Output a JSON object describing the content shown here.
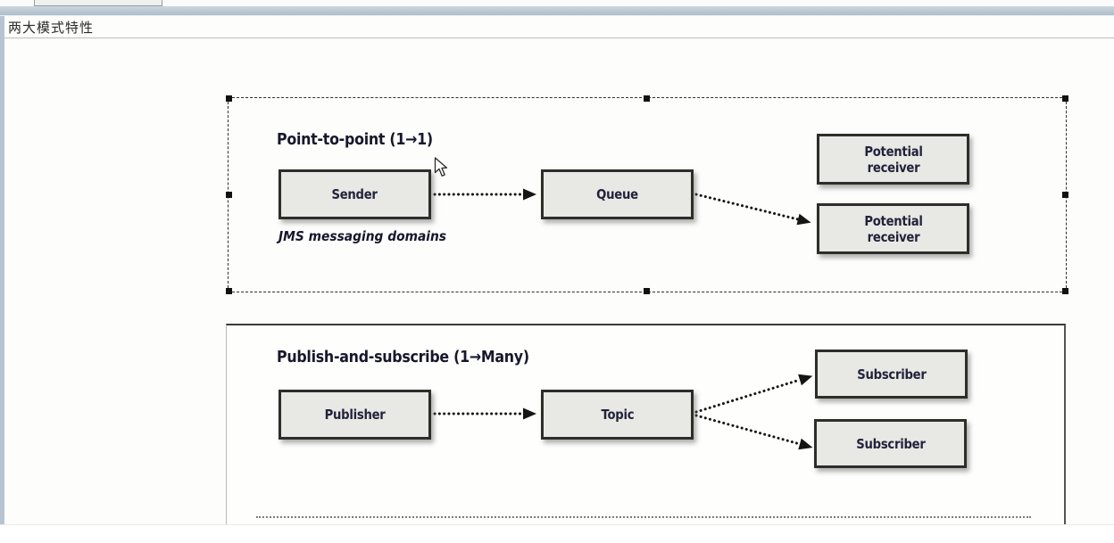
{
  "window": {
    "page_title": "两大模式特性"
  },
  "figure": {
    "caption": "JMS messaging domains",
    "point_to_point": {
      "heading": "Point-to-point (1→1)",
      "sender": "Sender",
      "queue": "Queue",
      "receiver_top": "Potential receiver",
      "receiver_bottom": "Potential receiver"
    },
    "publish_subscribe": {
      "heading": "Publish-and-subscribe (1→Many)",
      "publisher": "Publisher",
      "topic": "Topic",
      "subscriber_top": "Subscriber",
      "subscriber_bottom": "Subscriber"
    }
  },
  "colors": {
    "header_bar": "#b4c1ce",
    "node_fill": "#e8e8e4",
    "node_border": "#2d2d2a",
    "diagram_text": "#20203a",
    "selection_handle": "#111111"
  }
}
